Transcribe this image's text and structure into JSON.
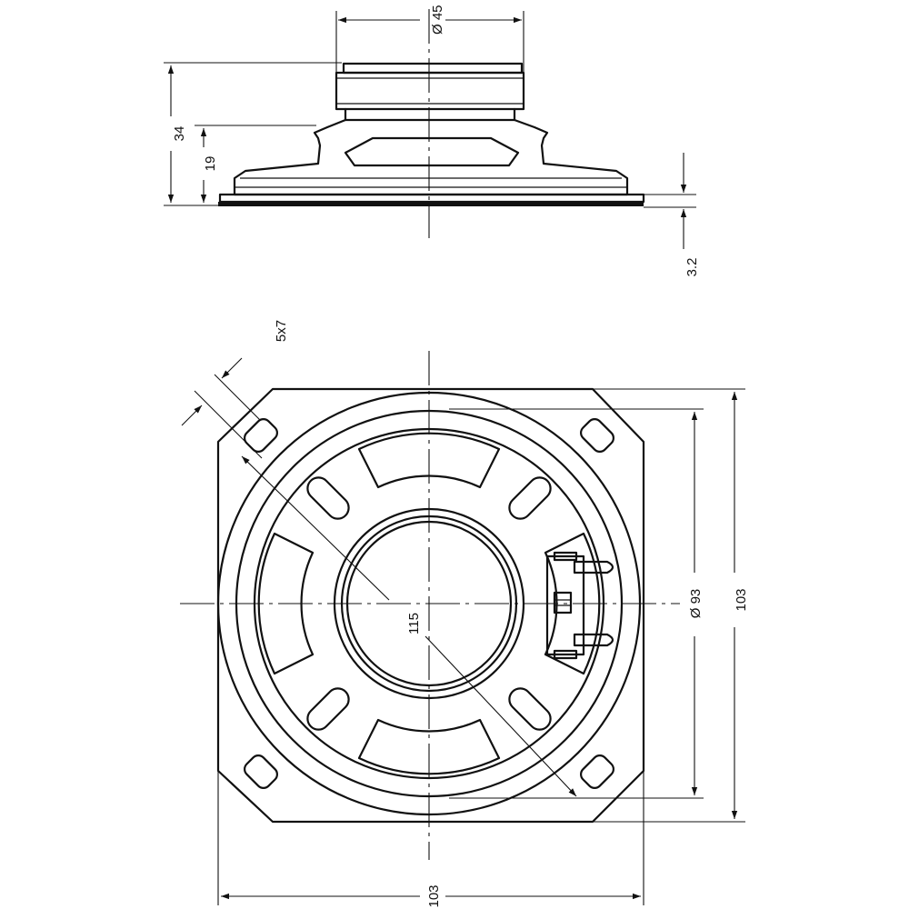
{
  "dimensions": {
    "magnet_diameter": "Ø 45",
    "total_height": "34",
    "basket_height": "19",
    "gasket_thickness": "3.2",
    "slot_size": "5x7",
    "hole_spacing": "115",
    "cone_diameter": "Ø 93",
    "frame_height": "103",
    "frame_width": "103"
  },
  "colors": {
    "line": "#111111",
    "background": "#ffffff"
  }
}
